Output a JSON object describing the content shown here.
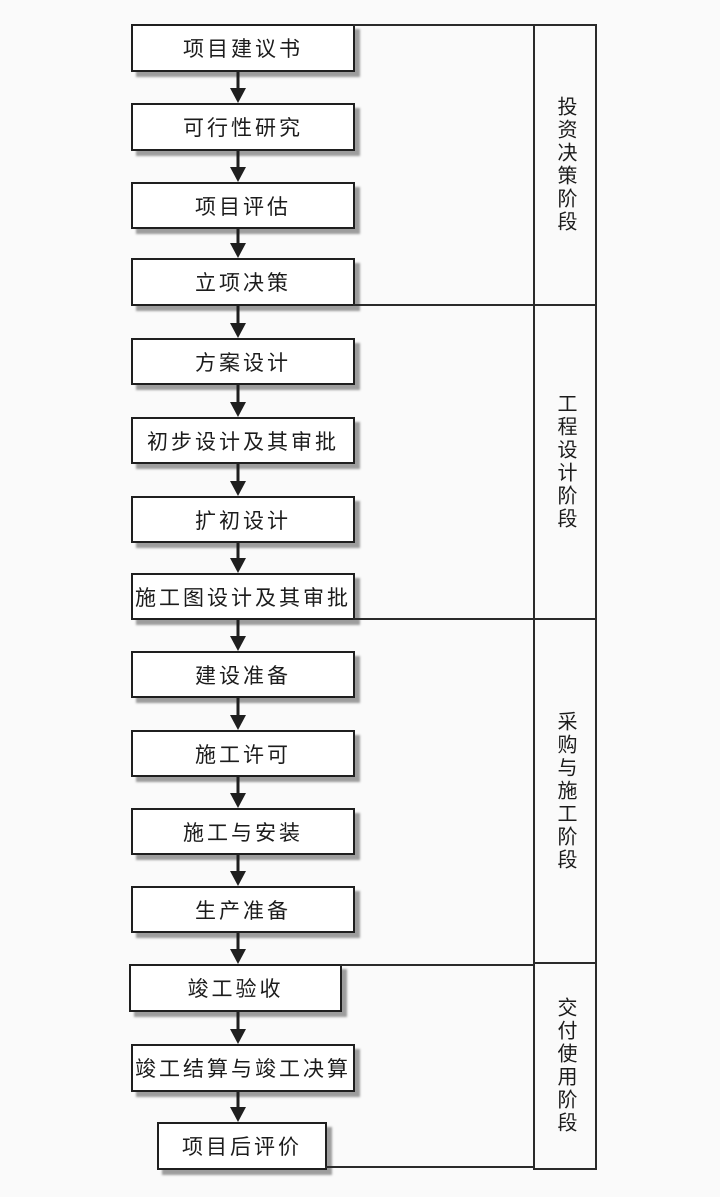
{
  "flow": {
    "phases": [
      {
        "label": "投资决策阶段",
        "steps": [
          "项目建议书",
          "可行性研究",
          "项目评估",
          "立项决策"
        ]
      },
      {
        "label": "工程设计阶段",
        "steps": [
          "方案设计",
          "初步设计及其审批",
          "扩初设计",
          "施工图设计及其审批"
        ]
      },
      {
        "label": "采购与施工阶段",
        "steps": [
          "建设准备",
          "施工许可",
          "施工与安装",
          "生产准备"
        ]
      },
      {
        "label": "交付使用阶段",
        "steps": [
          "竣工验收",
          "竣工结算与竣工决算",
          "项目后评价"
        ]
      }
    ],
    "colors": {
      "line": "#1f1f1f",
      "box_fill": "#ffffff",
      "box_shadow": "#7d7d7d",
      "background": "#fafafa",
      "text": "#1c1c1c"
    }
  }
}
